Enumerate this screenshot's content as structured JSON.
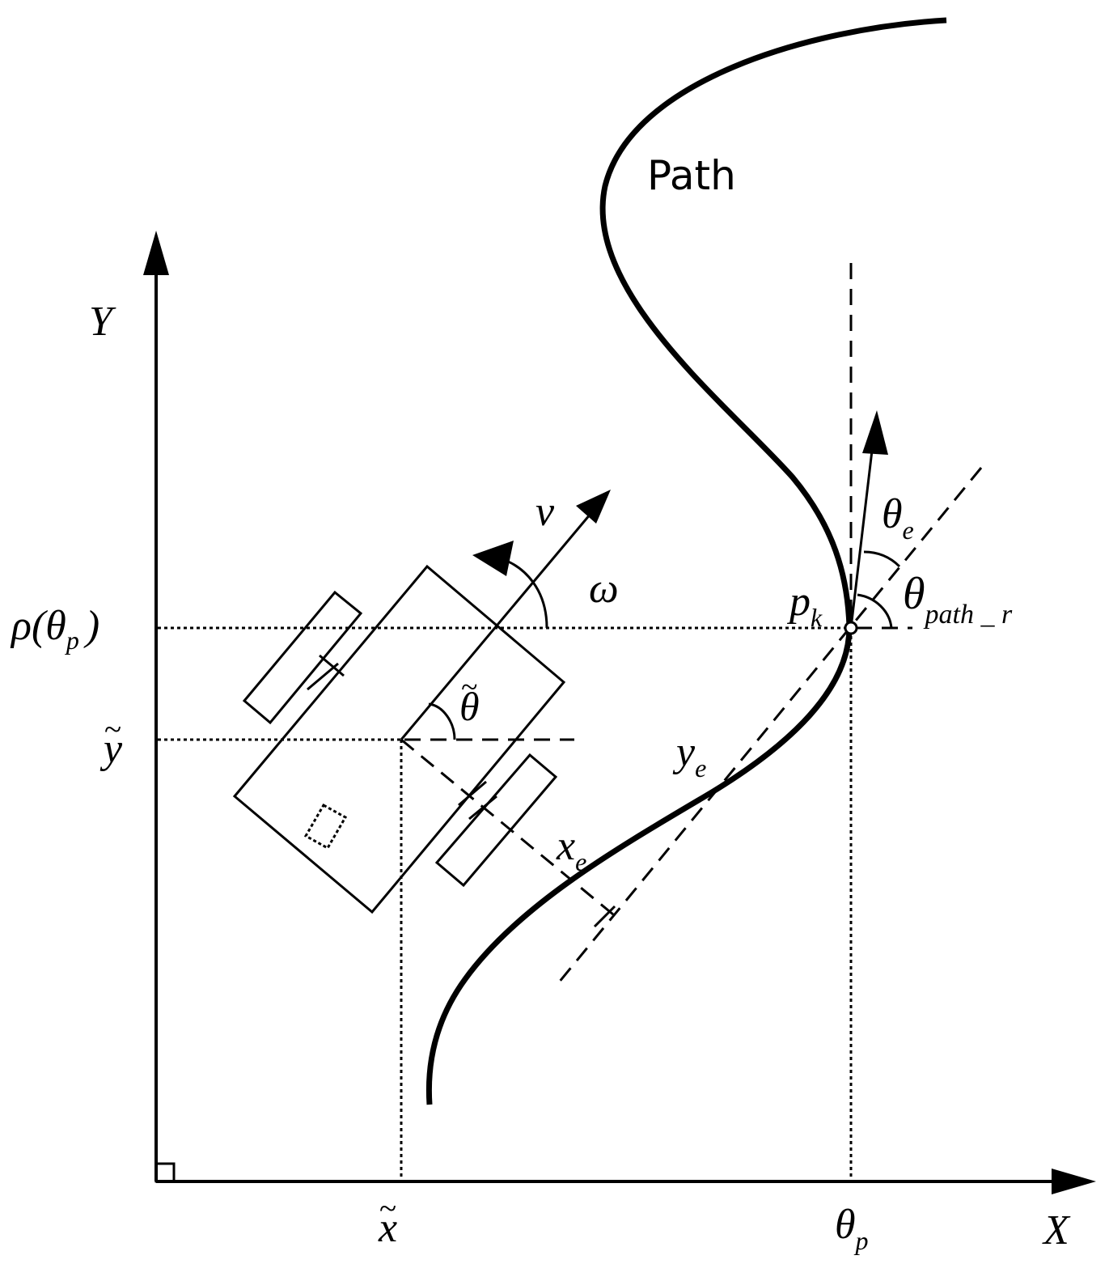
{
  "labels": {
    "path": "Path",
    "axis_y": "Y",
    "axis_x": "X",
    "rho_main": "ρ(θ",
    "rho_sub": "p",
    "rho_close": ")",
    "y_tilde": "y",
    "x_tilde": "x",
    "theta_p_main": "θ",
    "theta_p_sub": "p",
    "v": "v",
    "omega": "ω",
    "theta_tilde": "θ",
    "p_k_main": "p",
    "p_k_sub": "k",
    "theta_e_main": "θ",
    "theta_e_sub": "e",
    "theta_path_main": "θ",
    "theta_path_sub": "path _ r",
    "y_e_main": "y",
    "y_e_sub": "e",
    "x_e_main": "x",
    "x_e_sub": "e"
  },
  "colors": {
    "ink": "#000000",
    "background": "#ffffff"
  }
}
